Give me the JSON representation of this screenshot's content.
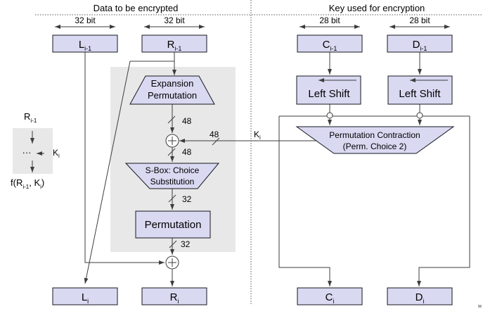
{
  "titles": {
    "data": "Data to be encrypted",
    "key": "Key used for encryption"
  },
  "bus_widths": {
    "l_prev": "32 bit",
    "r_prev": "32 bit",
    "c_prev": "28 bit",
    "d_prev": "28 bit"
  },
  "registers": {
    "l_prev": {
      "base": "L",
      "sub": "i-1"
    },
    "r_prev": {
      "base": "R",
      "sub": "i-1"
    },
    "c_prev": {
      "base": "C",
      "sub": "i-1"
    },
    "d_prev": {
      "base": "D",
      "sub": "i-1"
    },
    "l_next": {
      "base": "L",
      "sub": "i"
    },
    "r_next": {
      "base": "R",
      "sub": "i"
    },
    "c_next": {
      "base": "C",
      "sub": "i"
    },
    "d_next": {
      "base": "D",
      "sub": "i"
    }
  },
  "blocks": {
    "expansion": {
      "line1": "Expansion",
      "line2": "Permutation"
    },
    "sbox": {
      "line1": "S-Box: Choice",
      "line2": "Substitution"
    },
    "permutation": "Permutation",
    "left_shift_c": "Left Shift",
    "left_shift_d": "Left Shift",
    "pc2": {
      "line1": "Permutation Contraction",
      "line2": "(Perm. Choice 2)"
    }
  },
  "wire_labels": {
    "expansion_out": "48",
    "key_in": "48",
    "xor_out": "48",
    "sbox_out": "32",
    "perm_out": "32",
    "round_key": {
      "base": "K",
      "sub": "i"
    }
  },
  "legend": {
    "input": {
      "base": "R",
      "sub": "i-1"
    },
    "dots": "···",
    "key": {
      "base": "K",
      "sub": "i"
    },
    "output": {
      "f_open": "f(R",
      "sub1": "i-1",
      "comma_k": ", K",
      "sub2": "i",
      "close": ")"
    }
  },
  "colors": {
    "box_fill": "#d9d9f2",
    "box_stroke": "#16161f",
    "wire": "#3d3d3d",
    "region_fill": "#e8e8e8",
    "divider": "#555555",
    "text": "#000000"
  }
}
